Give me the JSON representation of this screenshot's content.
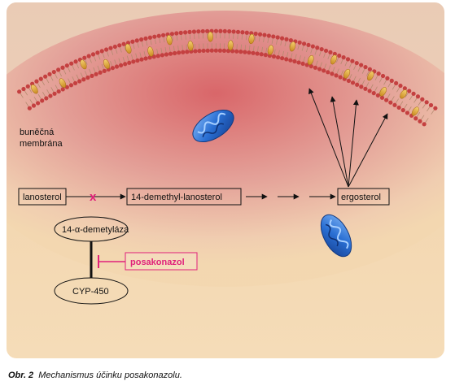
{
  "diagram": {
    "membrane_label_line1": "buněčná",
    "membrane_label_line2": "membrána",
    "nodes": {
      "lanosterol": "lanosterol",
      "demethyl": "14-demethyl-lanosterol",
      "ergosterol": "ergosterol",
      "enzyme": "14-α-demetyláza",
      "cyp": "CYP-450",
      "drug": "posakonazol"
    },
    "block_mark": "x",
    "colors": {
      "background": "#f3d7b0",
      "cell_interior": "#d98a8a",
      "membrane_head": "#c44040",
      "sterol": "#e0a838",
      "mitochondria": "#2b6fd1",
      "inhibitor": "#e0207a",
      "arrow": "#111111"
    }
  },
  "caption": {
    "label": "Obr. 2",
    "text": "Mechanismus účinku posakonazolu."
  }
}
